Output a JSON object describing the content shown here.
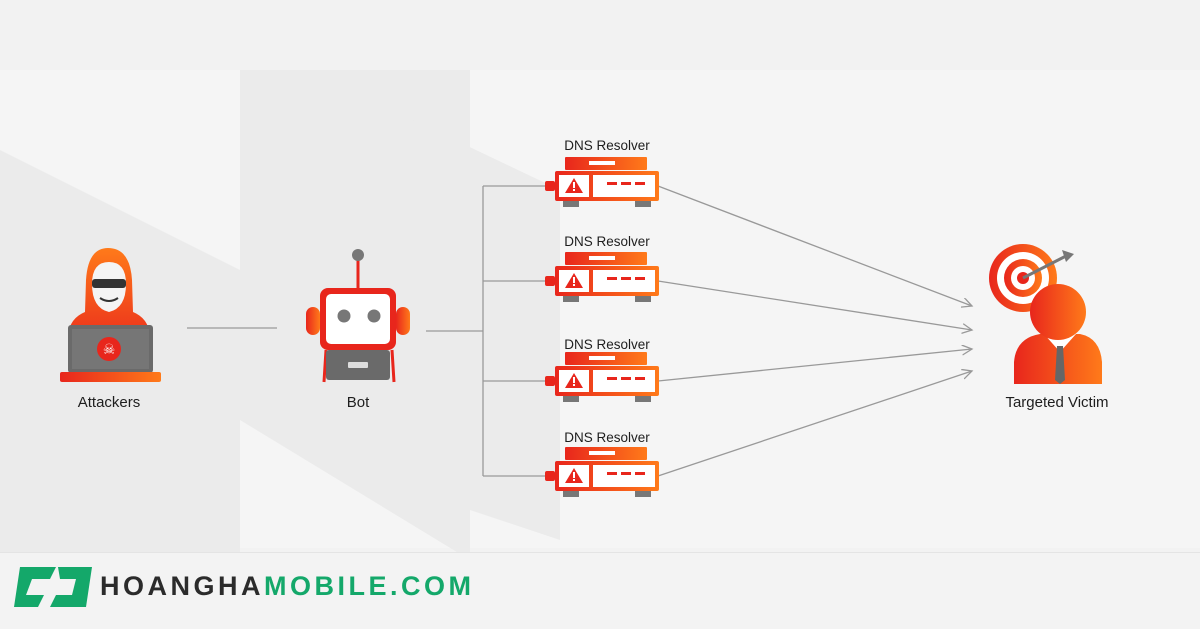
{
  "nodes": {
    "attackers": "Attackers",
    "bot": "Bot",
    "resolvers": [
      {
        "label": "DNS Resolver"
      },
      {
        "label": "DNS Resolver"
      },
      {
        "label": "DNS Resolver"
      },
      {
        "label": "DNS Resolver"
      }
    ],
    "victim": "Targeted Victim"
  },
  "brand": {
    "part1": "HOANGHA",
    "part2": "MOBILE.COM"
  },
  "colors": {
    "accent_orange": "#ff6a1a",
    "accent_red": "#e8261c",
    "brand_green": "#14a86a",
    "line_gray": "#999999"
  }
}
